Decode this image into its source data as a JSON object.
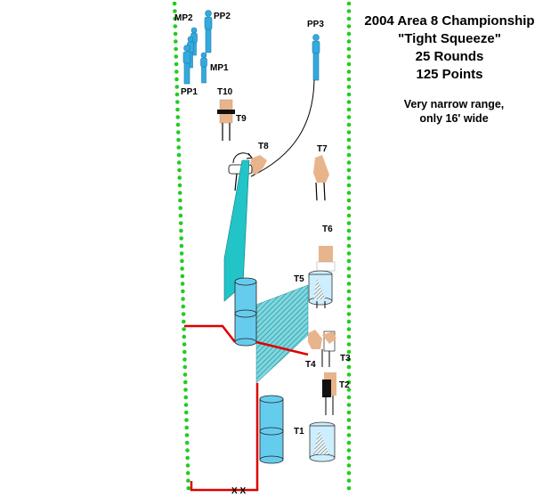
{
  "title_lines": [
    "2004 Area 8 Championship",
    "\"Tight Squeeze\"",
    "25 Rounds",
    "125 Points"
  ],
  "note_lines": [
    "Very narrow range,",
    "only 16' wide"
  ],
  "labels": {
    "mp2": "MP2",
    "pp2": "PP2",
    "mp1": "MP1",
    "pp1": "PP1",
    "pp3": "PP3",
    "t1": "T1",
    "t2": "T2",
    "t3": "T3",
    "t4": "T4",
    "t5": "T5",
    "t6": "T6",
    "t7": "T7",
    "t8": "T8",
    "t9": "T9",
    "t10": "T10"
  },
  "start_marks": "X X",
  "colors": {
    "boundary": "#22cc22",
    "fault_line": "#dd0000",
    "barrel": "#66ccee",
    "wall": "#22c4c8",
    "popper": "#33aadd",
    "target": "#e8b48c",
    "nonthreat": "#ffffff",
    "hardcover": "#111111"
  }
}
